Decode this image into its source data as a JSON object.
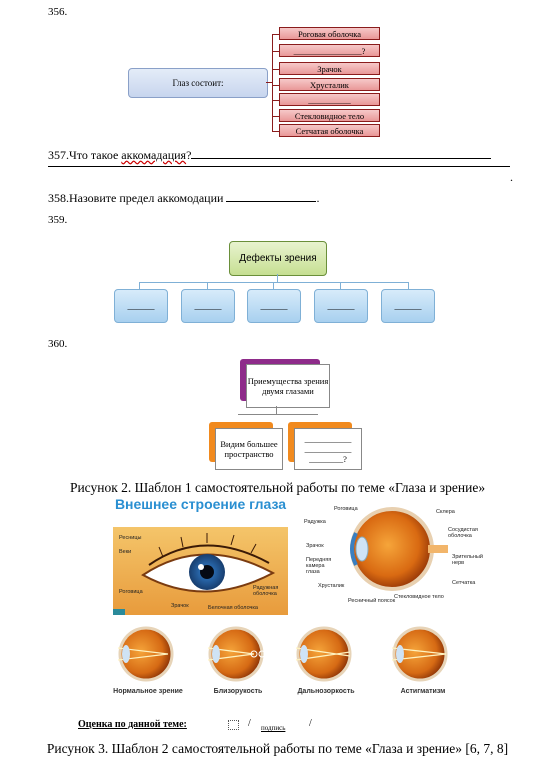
{
  "q356": {
    "number": "356.",
    "main": "Глаз состоит:",
    "parts": [
      "Роговая оболочка",
      "________________?",
      "Зрачок",
      "Хрусталик",
      "__________",
      "Стекловидное тело",
      "Сетчатая оболочка"
    ]
  },
  "q357": {
    "number": "357.",
    "text_before": "Что такое ",
    "keyword": "аккомадация",
    "text_after": "?",
    "trail": "."
  },
  "q358": {
    "number": "358.",
    "text": "Назовите предел аккомодации",
    "trail": "."
  },
  "q359": {
    "number": "359.",
    "main": "Дефекты зрения",
    "boxes": [
      "______",
      "______",
      "______",
      "______",
      "______"
    ]
  },
  "q360": {
    "number": "360.",
    "main": "Приемущества зрения двумя глазами",
    "left": "Видим большее пространство",
    "right_lines": [
      "___________",
      "___________",
      "________?"
    ]
  },
  "caption2": "Рисунок 2. Шаблон 1 самостоятельной работы по теме «Глаза и зрение»",
  "external": {
    "title": "Внешнее строение глаза",
    "labels": [
      "Ресницы",
      "Веки",
      "Роговица",
      "Зрачок",
      "Белочная оболочка",
      "Радужная оболочка"
    ]
  },
  "internal": {
    "labels_left": [
      "Роговица",
      "Радужка",
      "Зрачок",
      "Передняя камера глаза",
      "Хрусталик",
      "Ресничный поясок"
    ],
    "labels_right": [
      "Склера",
      "Сосудистая оболочка",
      "Зрительный нерв",
      "Сетчатка",
      "Стекловидное тело"
    ]
  },
  "conditions": [
    "Нормальное зрение",
    "Близорукость",
    "Дальнозоркость",
    "Астигматизм"
  ],
  "grade": {
    "label": "Оценка по данной теме:",
    "sep": "/",
    "sign": "подпись",
    "sep2": "/"
  },
  "caption3": "Рисунок 3. Шаблон 2 самостоятельной работы по теме «Глаза и зрение» [6, 7, 8]",
  "colors": {
    "accent_blue": "#2a8fd1",
    "red_box": "#e99898",
    "green_box": "#c6df92",
    "blue_box": "#a8d0ef",
    "purple": "#8e2b8a",
    "orange": "#f18a1e"
  }
}
